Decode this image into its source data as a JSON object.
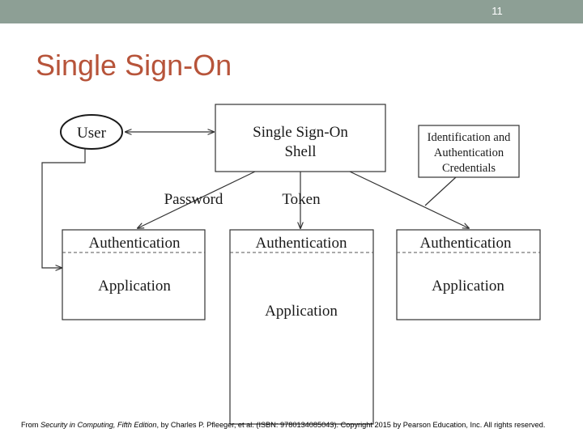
{
  "slide": {
    "number": "11",
    "title": "Single Sign-On"
  },
  "colors": {
    "topbar": "#8d9f95",
    "title": "#b7543a",
    "stroke": "#333333"
  },
  "diagram": {
    "user": "User",
    "sso_shell": [
      "Single Sign-On",
      "Shell"
    ],
    "credentials": [
      "Identification and",
      "Authentication",
      "Credentials"
    ],
    "password_label": "Password",
    "token_label": "Token",
    "boxes": [
      {
        "auth": "Authentication",
        "app": "Application"
      },
      {
        "auth": "Authentication",
        "app": "Application"
      },
      {
        "auth": "Authentication",
        "app": "Application"
      }
    ]
  },
  "footer": {
    "prefix": "From ",
    "book": "Security in Computing, Fifth Edition",
    "suffix": ", by Charles P. Pfleeger, et al. (ISBN: 9780134085043). Copyright 2015 by Pearson Education, Inc. All rights reserved."
  }
}
